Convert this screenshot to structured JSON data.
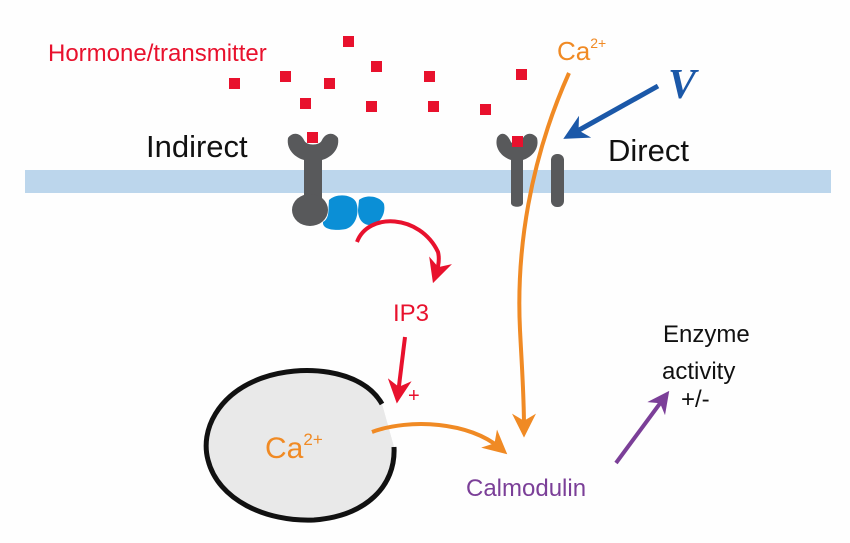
{
  "labels": {
    "hormone": "Hormone/transmitter",
    "indirect": "Indirect",
    "direct": "Direct",
    "voltage": "V",
    "ca_top": "Ca",
    "ca_top_sup": "2+",
    "ip3": "IP3",
    "plus": "+",
    "ca_store": "Ca",
    "ca_store_sup": "2+",
    "calmodulin": "Calmodulin",
    "enzyme_line1": "Enzyme",
    "enzyme_line2": "activity",
    "enzyme_line3": "+/-"
  },
  "colors": {
    "hormone_red": "#e8112d",
    "membrane": "#bcd6ec",
    "receptor_gray": "#58595b",
    "gprotein_blue": "#0b8fd6",
    "calcium_orange": "#f08a24",
    "voltage_blue": "#1b58a8",
    "calmodulin_purple": "#7b3f98",
    "store_fill": "#e9e9e9",
    "text_black": "#111111"
  },
  "icons": {
    "ligand": "red-square",
    "receptor": "y-shaped-receptor",
    "channel": "ion-channel",
    "gprotein": "g-protein-blob",
    "store": "calcium-store-vesicle"
  }
}
